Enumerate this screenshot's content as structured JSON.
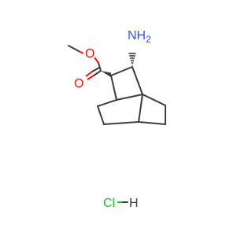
{
  "molecule": {
    "atoms": {
      "ester_oxygen": "O",
      "carbonyl_oxygen": "O",
      "amine": "NH",
      "amine_subscript": "2",
      "chlorine": "Cl",
      "hydrogen": "H"
    },
    "colors": {
      "carbon_bond": "#3d3d3d",
      "oxygen": "#ff0d0d",
      "nitrogen": "#3050f8",
      "chlorine": "#1fbf1f",
      "hydrogen": "#3d3d3d"
    }
  }
}
